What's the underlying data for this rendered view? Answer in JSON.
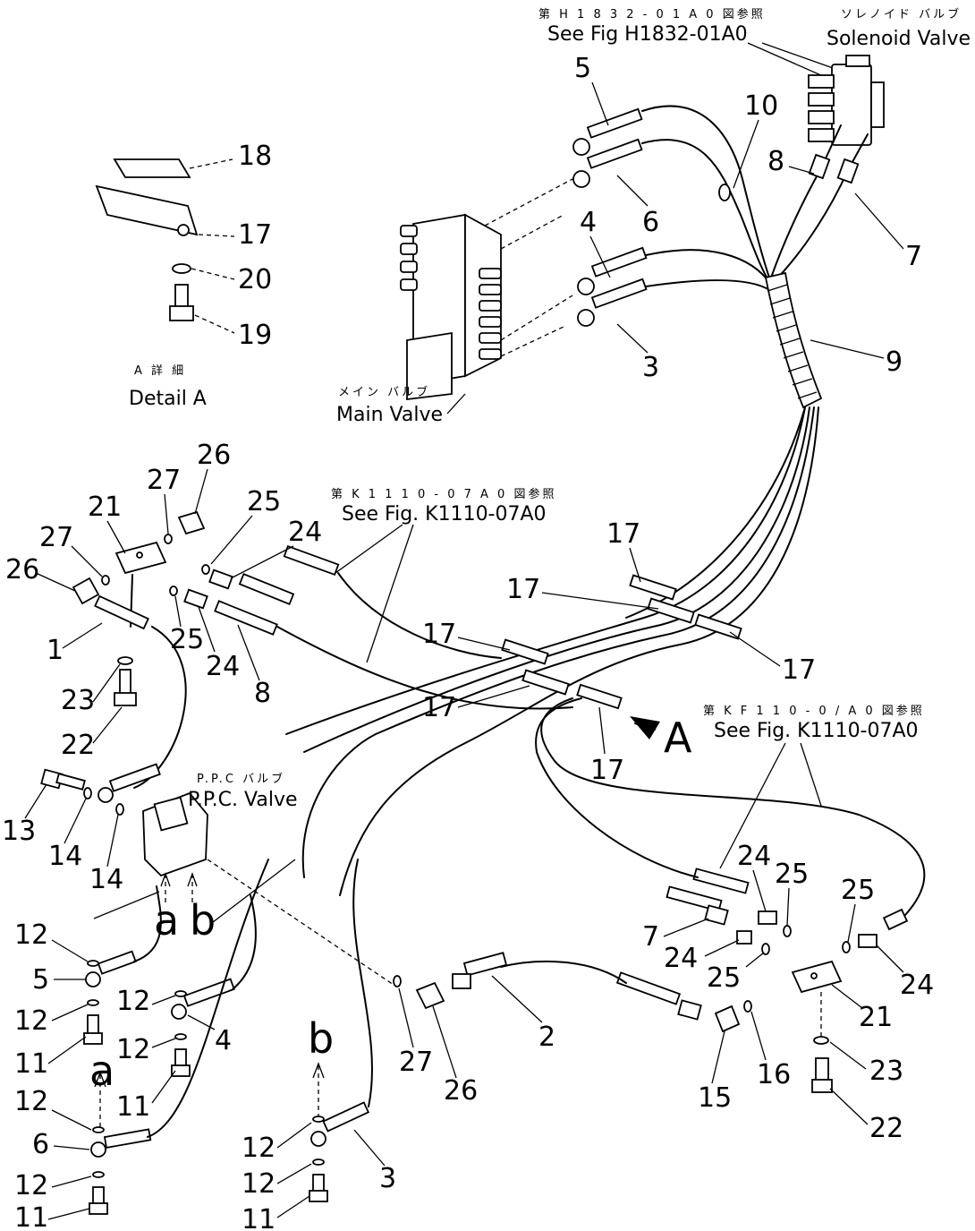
{
  "references": {
    "top": {
      "jp": "第 H 1 8 3 2 - 0 1 A 0 図参照",
      "en": "See Fig  H1832-01A0"
    },
    "middle": {
      "jp": "第 K 1 1 1 0 - 0 7 A 0 図参照",
      "en": "See Fig. K1110-07A0"
    },
    "right": {
      "jp": "第 K F 1 1 0 - 0 / A 0 図参照",
      "en": "See Fig. K1110-07A0"
    }
  },
  "components": {
    "solenoid_valve": {
      "jp": "ソレノイド バルブ",
      "en": "Solenoid Valve"
    },
    "main_valve": {
      "jp": "メイン バルブ",
      "en": "Main Valve"
    },
    "ppc_valve": {
      "jp": "P.P.C バルブ",
      "en": "P.P.C. Valve"
    },
    "detail_a": {
      "jp": "A 詳 細",
      "en": "Detail A"
    }
  },
  "view_arrow": "A",
  "port_labels": {
    "a1": "a",
    "b1": "b",
    "a2": "a",
    "b2": "b"
  },
  "callouts": {
    "c1": "5",
    "c2": "10",
    "c3": "6",
    "c4": "8",
    "c5": "7",
    "c6": "4",
    "c7": "9",
    "c8": "3",
    "c9": "18",
    "c10": "17",
    "c11": "20",
    "c12": "19",
    "c13": "26",
    "c14": "27",
    "c15": "21",
    "c16": "25",
    "c17": "24",
    "c18": "27",
    "c19": "26",
    "c20": "1",
    "c21": "25",
    "c22": "24",
    "c23": "8",
    "c24": "23",
    "c25": "22",
    "c26": "17",
    "c27": "17",
    "c28": "17",
    "c29": "17",
    "c30": "17",
    "c31": "17",
    "c32": "13",
    "c33": "14",
    "c34": "14",
    "c35": "12",
    "c36": "5",
    "c37": "12",
    "c38": "11",
    "c39": "12",
    "c40": "4",
    "c41": "12",
    "c42": "11",
    "c43": "12",
    "c44": "6",
    "c45": "12",
    "c46": "11",
    "c47": "12",
    "c48": "12",
    "c49": "11",
    "c50": "3",
    "c51": "27",
    "c52": "26",
    "c53": "2",
    "c54": "24",
    "c55": "25",
    "c56": "25",
    "c57": "7",
    "c58": "24",
    "c59": "25",
    "c60": "24",
    "c61": "21",
    "c62": "15",
    "c63": "16",
    "c64": "23",
    "c65": "22"
  }
}
